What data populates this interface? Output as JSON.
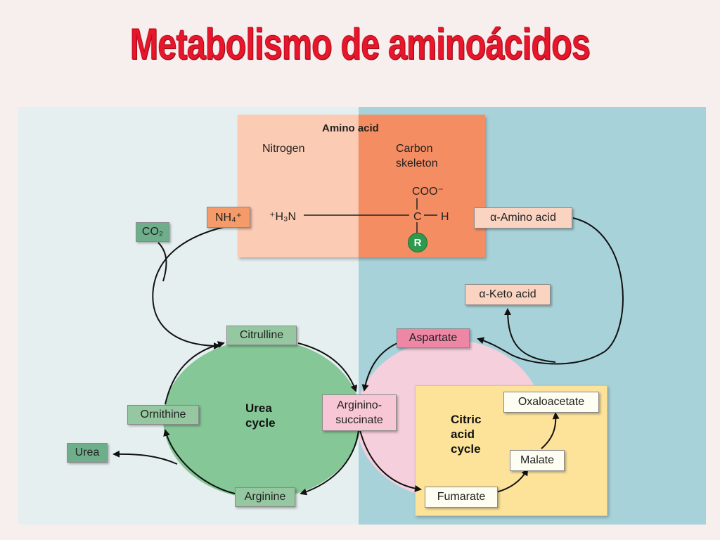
{
  "title": "Metabolismo de aminoácidos",
  "amino_acid": {
    "header": "Amino acid",
    "nitrogen": "Nitrogen",
    "carbon_line1": "Carbon",
    "carbon_line2": "skeleton",
    "coo": "COO⁻",
    "h3n": "⁺H₃N",
    "c": "C",
    "h": "H",
    "r": "R"
  },
  "nodes": {
    "nh4": "NH₄⁺",
    "co2": "CO₂",
    "alpha_amino": "α-Amino acid",
    "alpha_keto": "α-Keto acid",
    "citrulline": "Citrulline",
    "aspartate": "Aspartate",
    "ornithine": "Ornithine",
    "argininosuccinate_1": "Arginino-",
    "argininosuccinate_2": "succinate",
    "urea": "Urea",
    "arginine": "Arginine",
    "oxaloacetate": "Oxaloacetate",
    "malate": "Malate",
    "fumarate": "Fumarate"
  },
  "cycles": {
    "urea_1": "Urea",
    "urea_2": "cycle",
    "citric_1": "Citric",
    "citric_2": "acid",
    "citric_3": "cycle"
  },
  "colors": {
    "title": "#e8162b",
    "urea_cycle": "#85c796",
    "citric_cycle_pink": "#f5cfdc",
    "citric_cycle_yellow": "#fde39a",
    "nitrogen_side": "#fbcbb4",
    "carbon_side": "#f58d63"
  }
}
